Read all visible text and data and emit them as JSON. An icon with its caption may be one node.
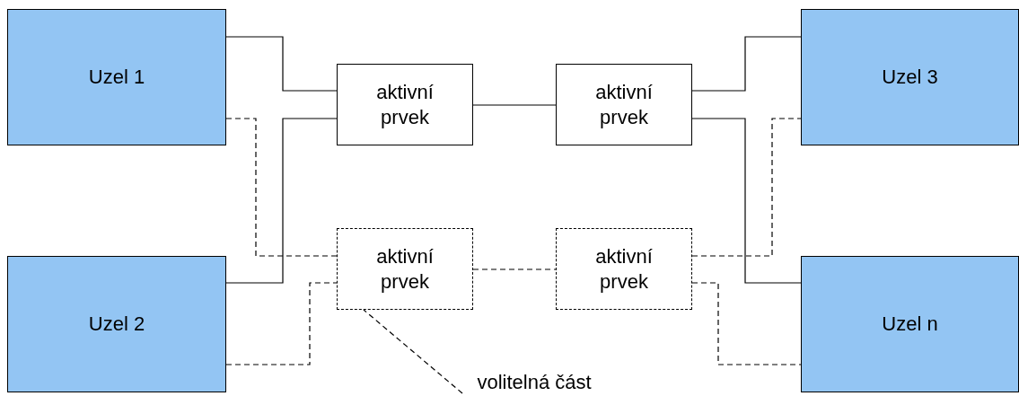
{
  "diagram": {
    "nodes": [
      {
        "text": [
          "Uzel 1"
        ]
      },
      {
        "text": [
          "Uzel 2"
        ]
      },
      {
        "text": [
          "Uzel 3"
        ]
      },
      {
        "text": [
          "Uzel n"
        ]
      },
      {
        "text": [
          "aktivní prvek"
        ]
      },
      {
        "text": [
          "aktivní prvek"
        ]
      },
      {
        "text": [
          "aktivní prvek"
        ]
      },
      {
        "text": [
          "aktivní prvek"
        ]
      },
      {
        "text": [
          "volitelná část"
        ]
      }
    ],
    "edges": [
      {
        "from": 0,
        "to": 4,
        "arrow": "none"
      },
      {
        "from": 1,
        "to": 4,
        "arrow": "none"
      },
      {
        "from": 4,
        "to": 5,
        "arrow": "none"
      },
      {
        "from": 5,
        "to": 2,
        "arrow": "none"
      },
      {
        "from": 5,
        "to": 3,
        "arrow": "none"
      },
      {
        "from": 0,
        "to": 6,
        "arrow": "none",
        "style": "dashed"
      },
      {
        "from": 1,
        "to": 6,
        "arrow": "none",
        "style": "dashed"
      },
      {
        "from": 6,
        "to": 7,
        "arrow": "none",
        "style": "dashed"
      },
      {
        "from": 7,
        "to": 2,
        "arrow": "none",
        "style": "dashed"
      },
      {
        "from": 7,
        "to": 3,
        "arrow": "none",
        "style": "dashed"
      },
      {
        "from": 8,
        "to": 6,
        "arrow": "none",
        "style": "dashed"
      }
    ]
  }
}
